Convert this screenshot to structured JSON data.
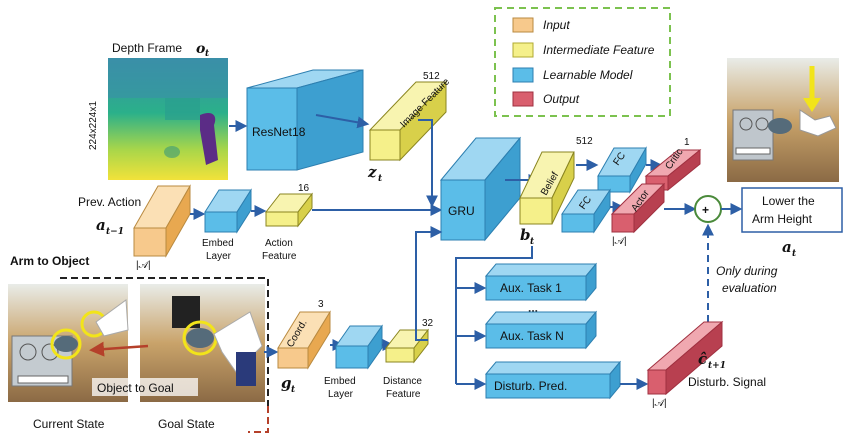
{
  "legend": {
    "items": [
      {
        "label": "Input",
        "color": "#f7c98c"
      },
      {
        "label": "Intermediate Feature",
        "color": "#f5f08a"
      },
      {
        "label": "Learnable Model",
        "color": "#5bbde8"
      },
      {
        "label": "Output",
        "color": "#d95f6e"
      }
    ]
  },
  "inputs": {
    "depth_frame_label": "Depth Frame",
    "depth_frame_symbol": "o",
    "depth_frame_sub": "t",
    "depth_frame_dims": "224x224x1",
    "prev_action_label": "Prev. Action",
    "prev_action_symbol": "a",
    "prev_action_sub": "t−1",
    "action_dim": "|𝒜|",
    "goal_symbol": "g",
    "goal_sub": "t"
  },
  "modules": {
    "resnet": "ResNet18",
    "gru": "GRU",
    "embed_layer_1": "Embed Layer",
    "embed_layer_2": "Embed Layer",
    "fc1": "FC",
    "fc2": "FC",
    "aux1": "Aux. Task 1",
    "aux_dots": "...",
    "auxN": "Aux. Task N",
    "disturb_pred": "Disturb. Pred."
  },
  "features": {
    "image_feature": "Image Feature",
    "image_dim": "512",
    "z_symbol": "z",
    "z_sub": "t",
    "action_feature": "Action Feature",
    "action_feature_dim": "16",
    "belief": "Belief",
    "belief_dim": "512",
    "b_symbol": "b",
    "b_sub": "t",
    "coord": "Coord.",
    "coord_dim": "3",
    "distance_feature": "Distance Feature",
    "distance_dim": "32"
  },
  "outputs": {
    "critic": "Critic",
    "critic_dim": "1",
    "actor": "Actor",
    "actor_dim": "|𝒜|",
    "plus": "+",
    "action_text": "Lower the Arm Height",
    "a_symbol": "a",
    "a_sub": "t",
    "disturb_signal": "Disturb. Signal",
    "c_symbol": "ĉ",
    "c_sub": "t+1",
    "disturb_dim": "|𝒜|",
    "only_during": "Only during",
    "evaluation": "evaluation"
  },
  "scene": {
    "arm_to_object": "Arm to Object",
    "object_to_goal": "Object to Goal",
    "current_state": "Current State",
    "goal_state": "Goal State"
  }
}
